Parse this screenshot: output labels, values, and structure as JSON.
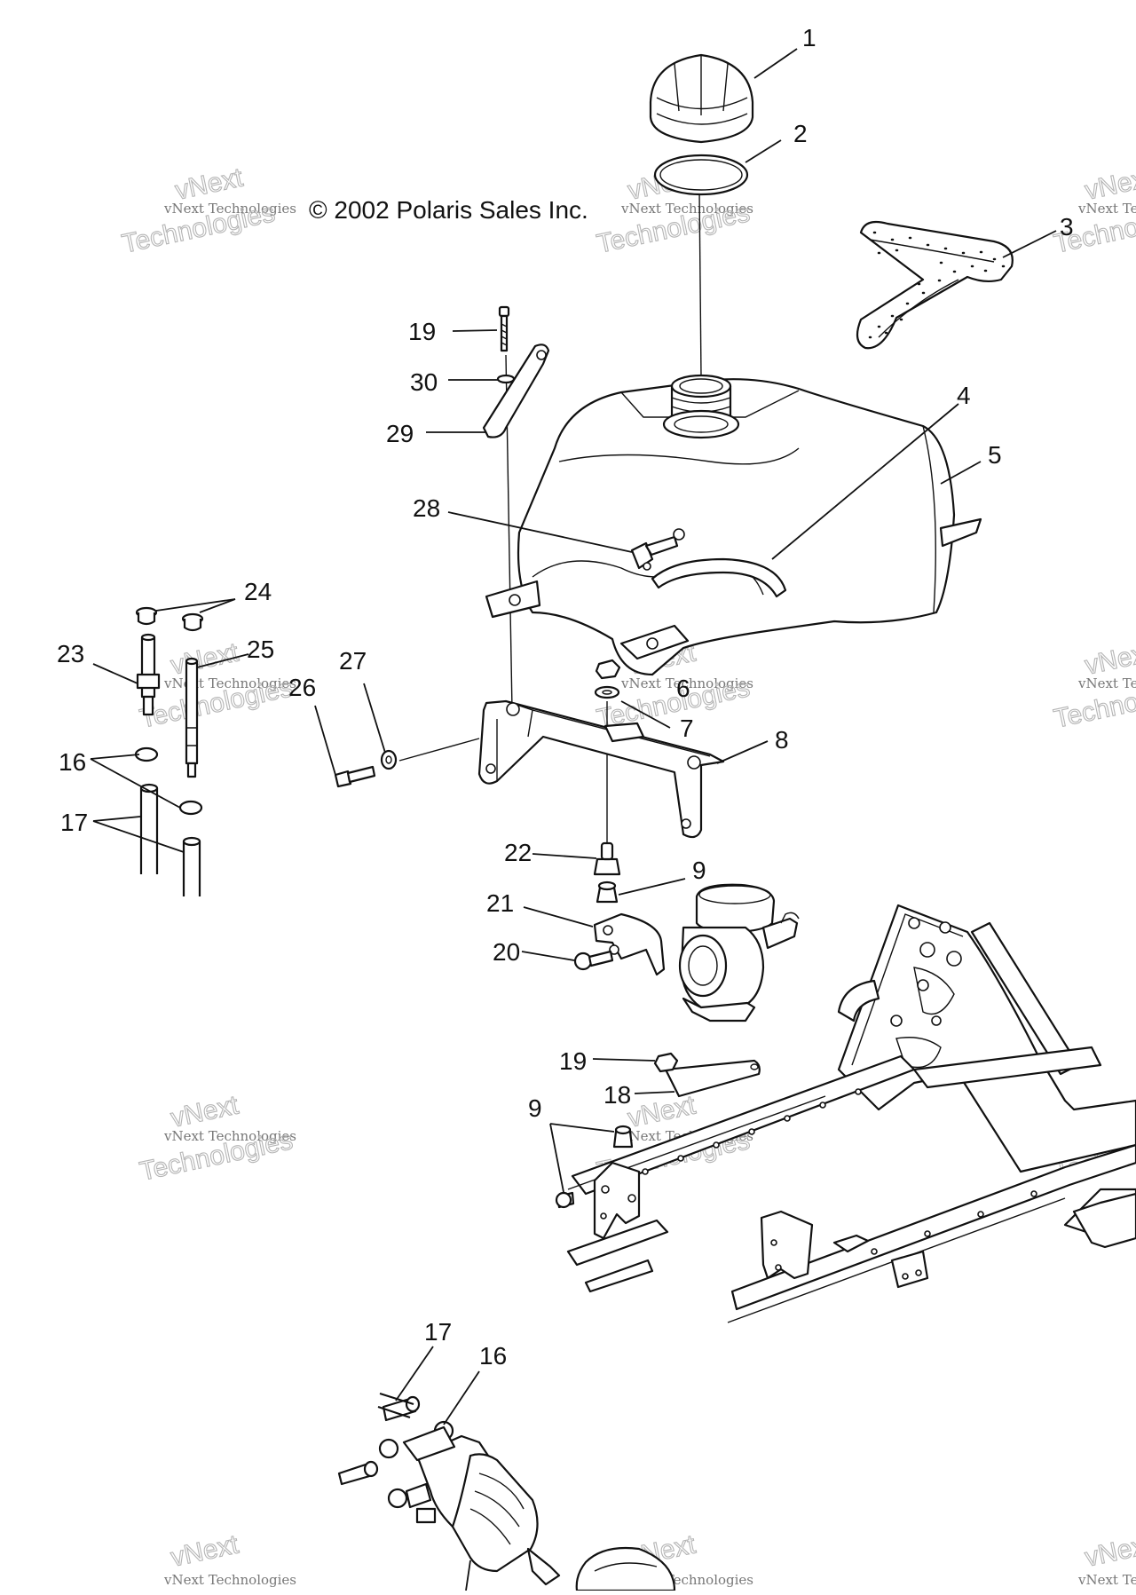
{
  "copyright": "© 2002 Polaris Sales Inc.",
  "watermark": {
    "line1": "vNext Technologies",
    "line2": "vNext",
    "line3": "Technologies"
  },
  "callouts": [
    {
      "id": "c1",
      "label": "1"
    },
    {
      "id": "c2",
      "label": "2"
    },
    {
      "id": "c3",
      "label": "3"
    },
    {
      "id": "c4",
      "label": "4"
    },
    {
      "id": "c5",
      "label": "5"
    },
    {
      "id": "c6",
      "label": "6"
    },
    {
      "id": "c7",
      "label": "7"
    },
    {
      "id": "c8",
      "label": "8"
    },
    {
      "id": "c9a",
      "label": "9"
    },
    {
      "id": "c9b",
      "label": "9"
    },
    {
      "id": "c16a",
      "label": "16"
    },
    {
      "id": "c16b",
      "label": "16"
    },
    {
      "id": "c17a",
      "label": "17"
    },
    {
      "id": "c17b",
      "label": "17"
    },
    {
      "id": "c18",
      "label": "18"
    },
    {
      "id": "c19a",
      "label": "19"
    },
    {
      "id": "c19b",
      "label": "19"
    },
    {
      "id": "c20",
      "label": "20"
    },
    {
      "id": "c21",
      "label": "21"
    },
    {
      "id": "c22",
      "label": "22"
    },
    {
      "id": "c23",
      "label": "23"
    },
    {
      "id": "c24",
      "label": "24"
    },
    {
      "id": "c25",
      "label": "25"
    },
    {
      "id": "c26",
      "label": "26"
    },
    {
      "id": "c27",
      "label": "27"
    },
    {
      "id": "c28",
      "label": "28"
    },
    {
      "id": "c29",
      "label": "29"
    },
    {
      "id": "c30",
      "label": "30"
    }
  ]
}
